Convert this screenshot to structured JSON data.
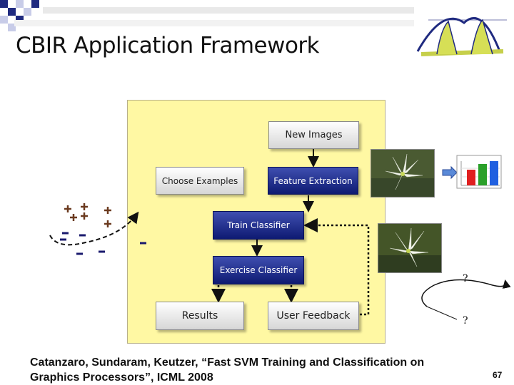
{
  "slide": {
    "title": "CBIR Application Framework",
    "page_number": "67",
    "citation_line1": "Catanzaro, Sundaram, Keutzer, “Fast SVM Training and Classification on",
    "citation_line2": "Graphics Processors”, ICML 2008"
  },
  "diagram": {
    "nodes": {
      "new_images": "New Images",
      "choose_examples": "Choose Examples",
      "feature_extraction": "Feature Extraction",
      "train_classifier": "Train Classifier",
      "exercise_classifier": "Exercise Classifier",
      "results": "Results",
      "user_feedback": "User Feedback"
    },
    "unknown_marks": [
      "?",
      "?"
    ]
  },
  "colors": {
    "panel": "#fff8a3",
    "dark_node": "#0e1a72",
    "plus_sign": "#6b3a1f",
    "minus_sign": "#1a1a6e",
    "bar_red": "#e02020",
    "bar_green": "#2aa02a",
    "bar_blue": "#2060e0"
  },
  "icons": [
    "checker-logo-icon",
    "bridge-logo-icon",
    "flower-photo",
    "bar-chart-icon",
    "plus-sign",
    "minus-sign"
  ]
}
